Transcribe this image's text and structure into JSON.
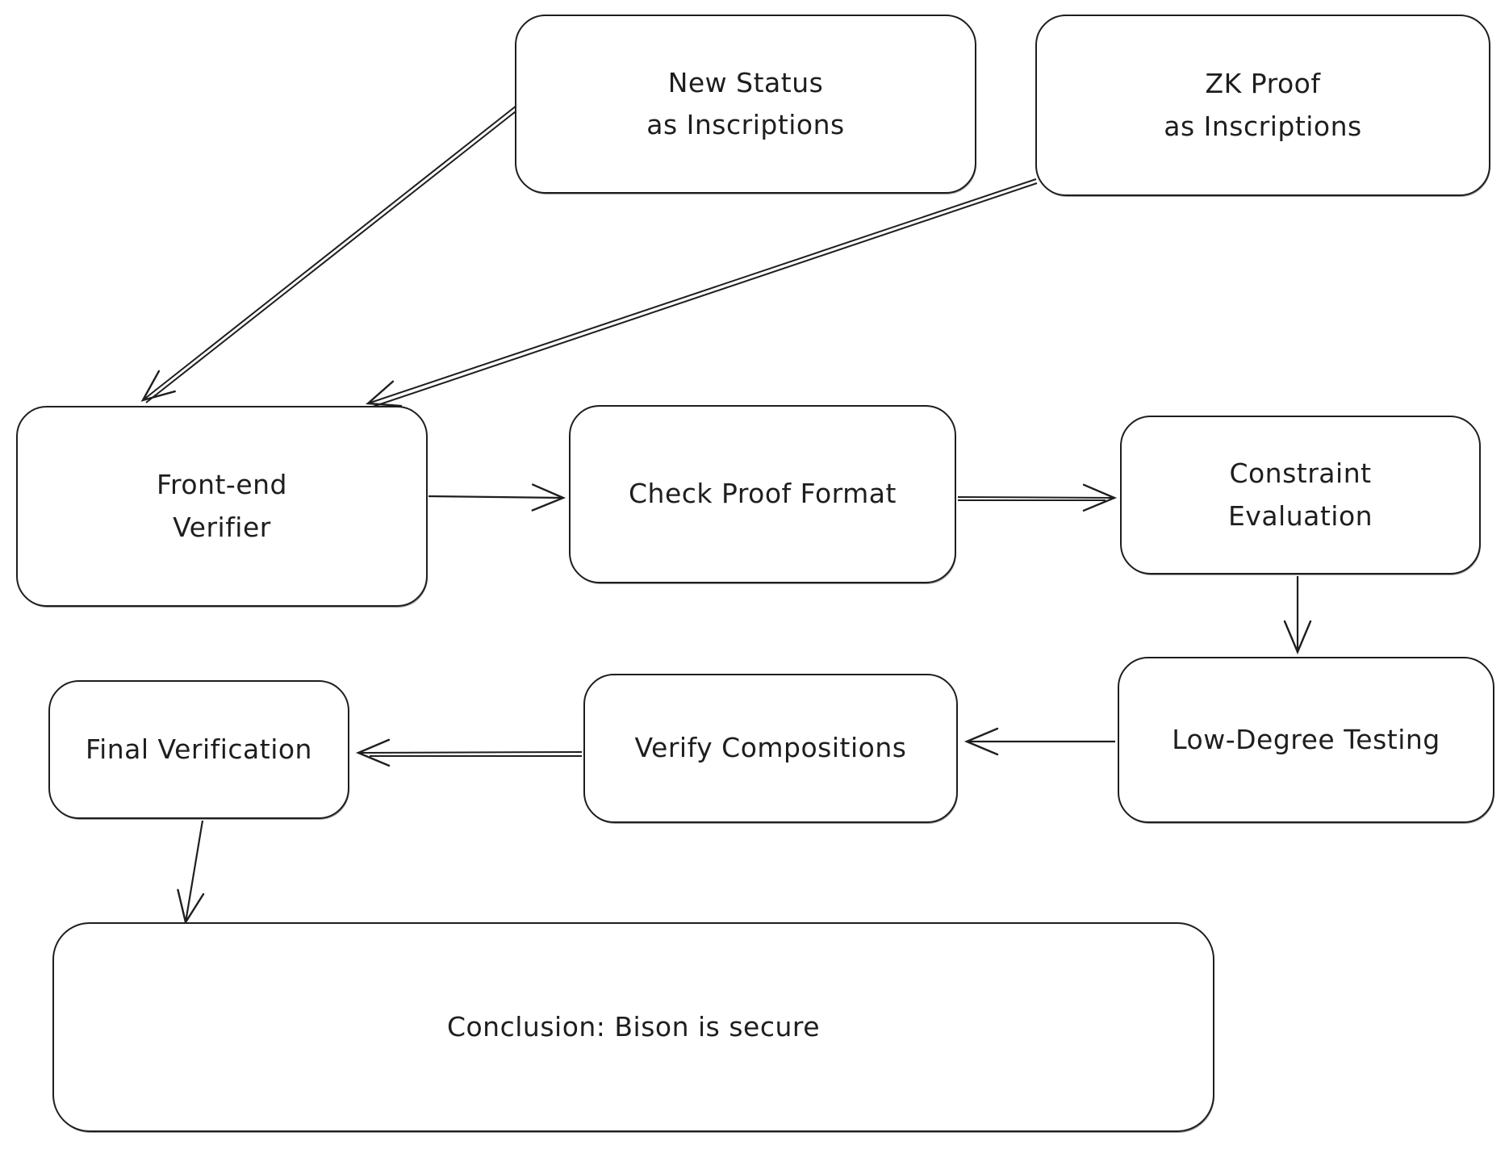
{
  "diagram": {
    "title": "Bison verification flowchart",
    "background_color": "#ffffff",
    "stroke_color": "#1e1e1e",
    "text_color": "#1e1e1e",
    "style": "hand-drawn rounded rectangles with open-V arrowheads"
  },
  "nodes": {
    "new_status": {
      "lines": [
        "New Status",
        "as Inscriptions"
      ]
    },
    "zk_proof": {
      "lines": [
        "ZK Proof",
        "as Inscriptions"
      ]
    },
    "front_end_verifier": {
      "lines": [
        "Front-end",
        "Verifier"
      ]
    },
    "check_proof_format": {
      "lines": [
        "Check Proof Format"
      ]
    },
    "constraint_evaluation": {
      "lines": [
        "Constraint",
        "Evaluation"
      ]
    },
    "low_degree_testing": {
      "lines": [
        "Low-Degree Testing"
      ]
    },
    "verify_compositions": {
      "lines": [
        "Verify Compositions"
      ]
    },
    "final_verification": {
      "lines": [
        "Final Verification"
      ]
    },
    "conclusion": {
      "lines": [
        "Conclusion: Bison is secure"
      ]
    }
  },
  "edges": [
    {
      "from": "new_status",
      "to": "front_end_verifier"
    },
    {
      "from": "zk_proof",
      "to": "front_end_verifier"
    },
    {
      "from": "front_end_verifier",
      "to": "check_proof_format"
    },
    {
      "from": "check_proof_format",
      "to": "constraint_evaluation"
    },
    {
      "from": "constraint_evaluation",
      "to": "low_degree_testing"
    },
    {
      "from": "low_degree_testing",
      "to": "verify_compositions"
    },
    {
      "from": "verify_compositions",
      "to": "final_verification"
    },
    {
      "from": "final_verification",
      "to": "conclusion"
    }
  ]
}
